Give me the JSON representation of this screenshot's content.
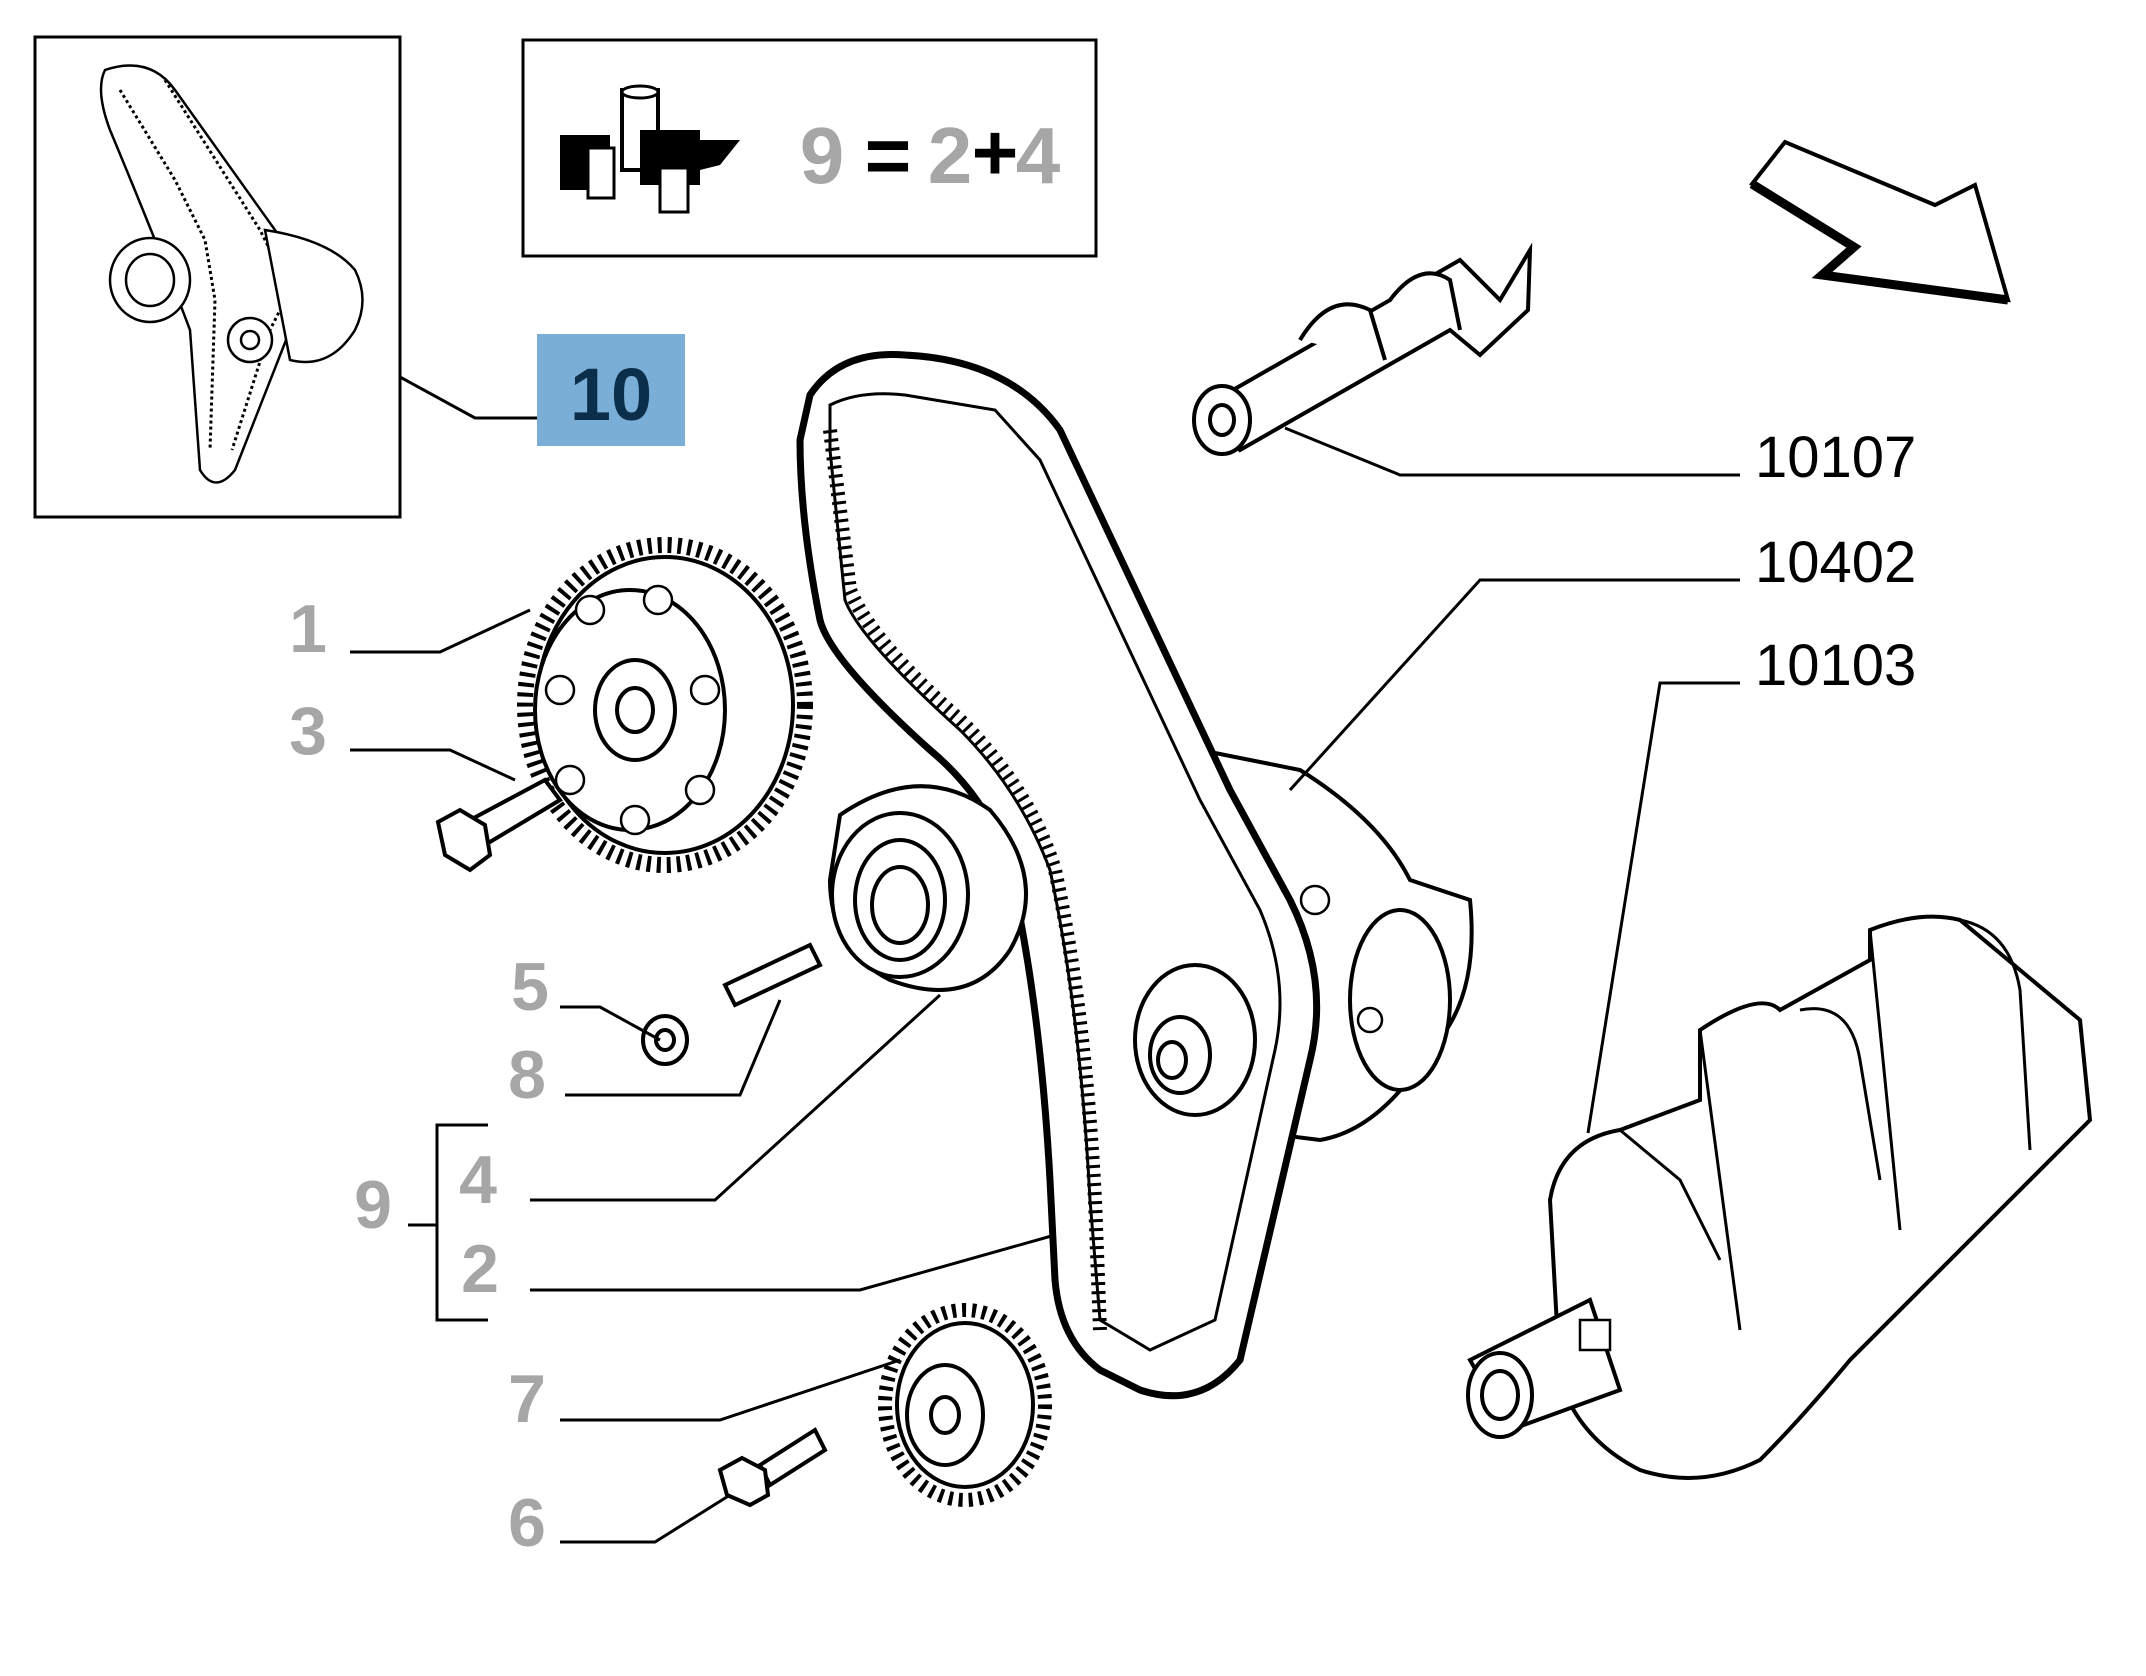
{
  "colors": {
    "label_gray": "#a6a6a6",
    "highlight_box": "#7aaed6",
    "highlight_text": "#0b2e4a",
    "line": "#000000"
  },
  "legend_box": {
    "formula_left": "9",
    "formula_equals": "=",
    "formula_right_a": "2",
    "formula_plus": "+",
    "formula_right_b": "4",
    "icon": "kit-parts-icon"
  },
  "highlight_label": "10",
  "parts": {
    "p1": "1",
    "p3": "3",
    "p5": "5",
    "p8": "8",
    "p9": "9",
    "p4": "4",
    "p2": "2",
    "p7": "7",
    "p6": "6"
  },
  "refs": {
    "r1": "10107",
    "r2": "10402",
    "r3": "10103"
  }
}
